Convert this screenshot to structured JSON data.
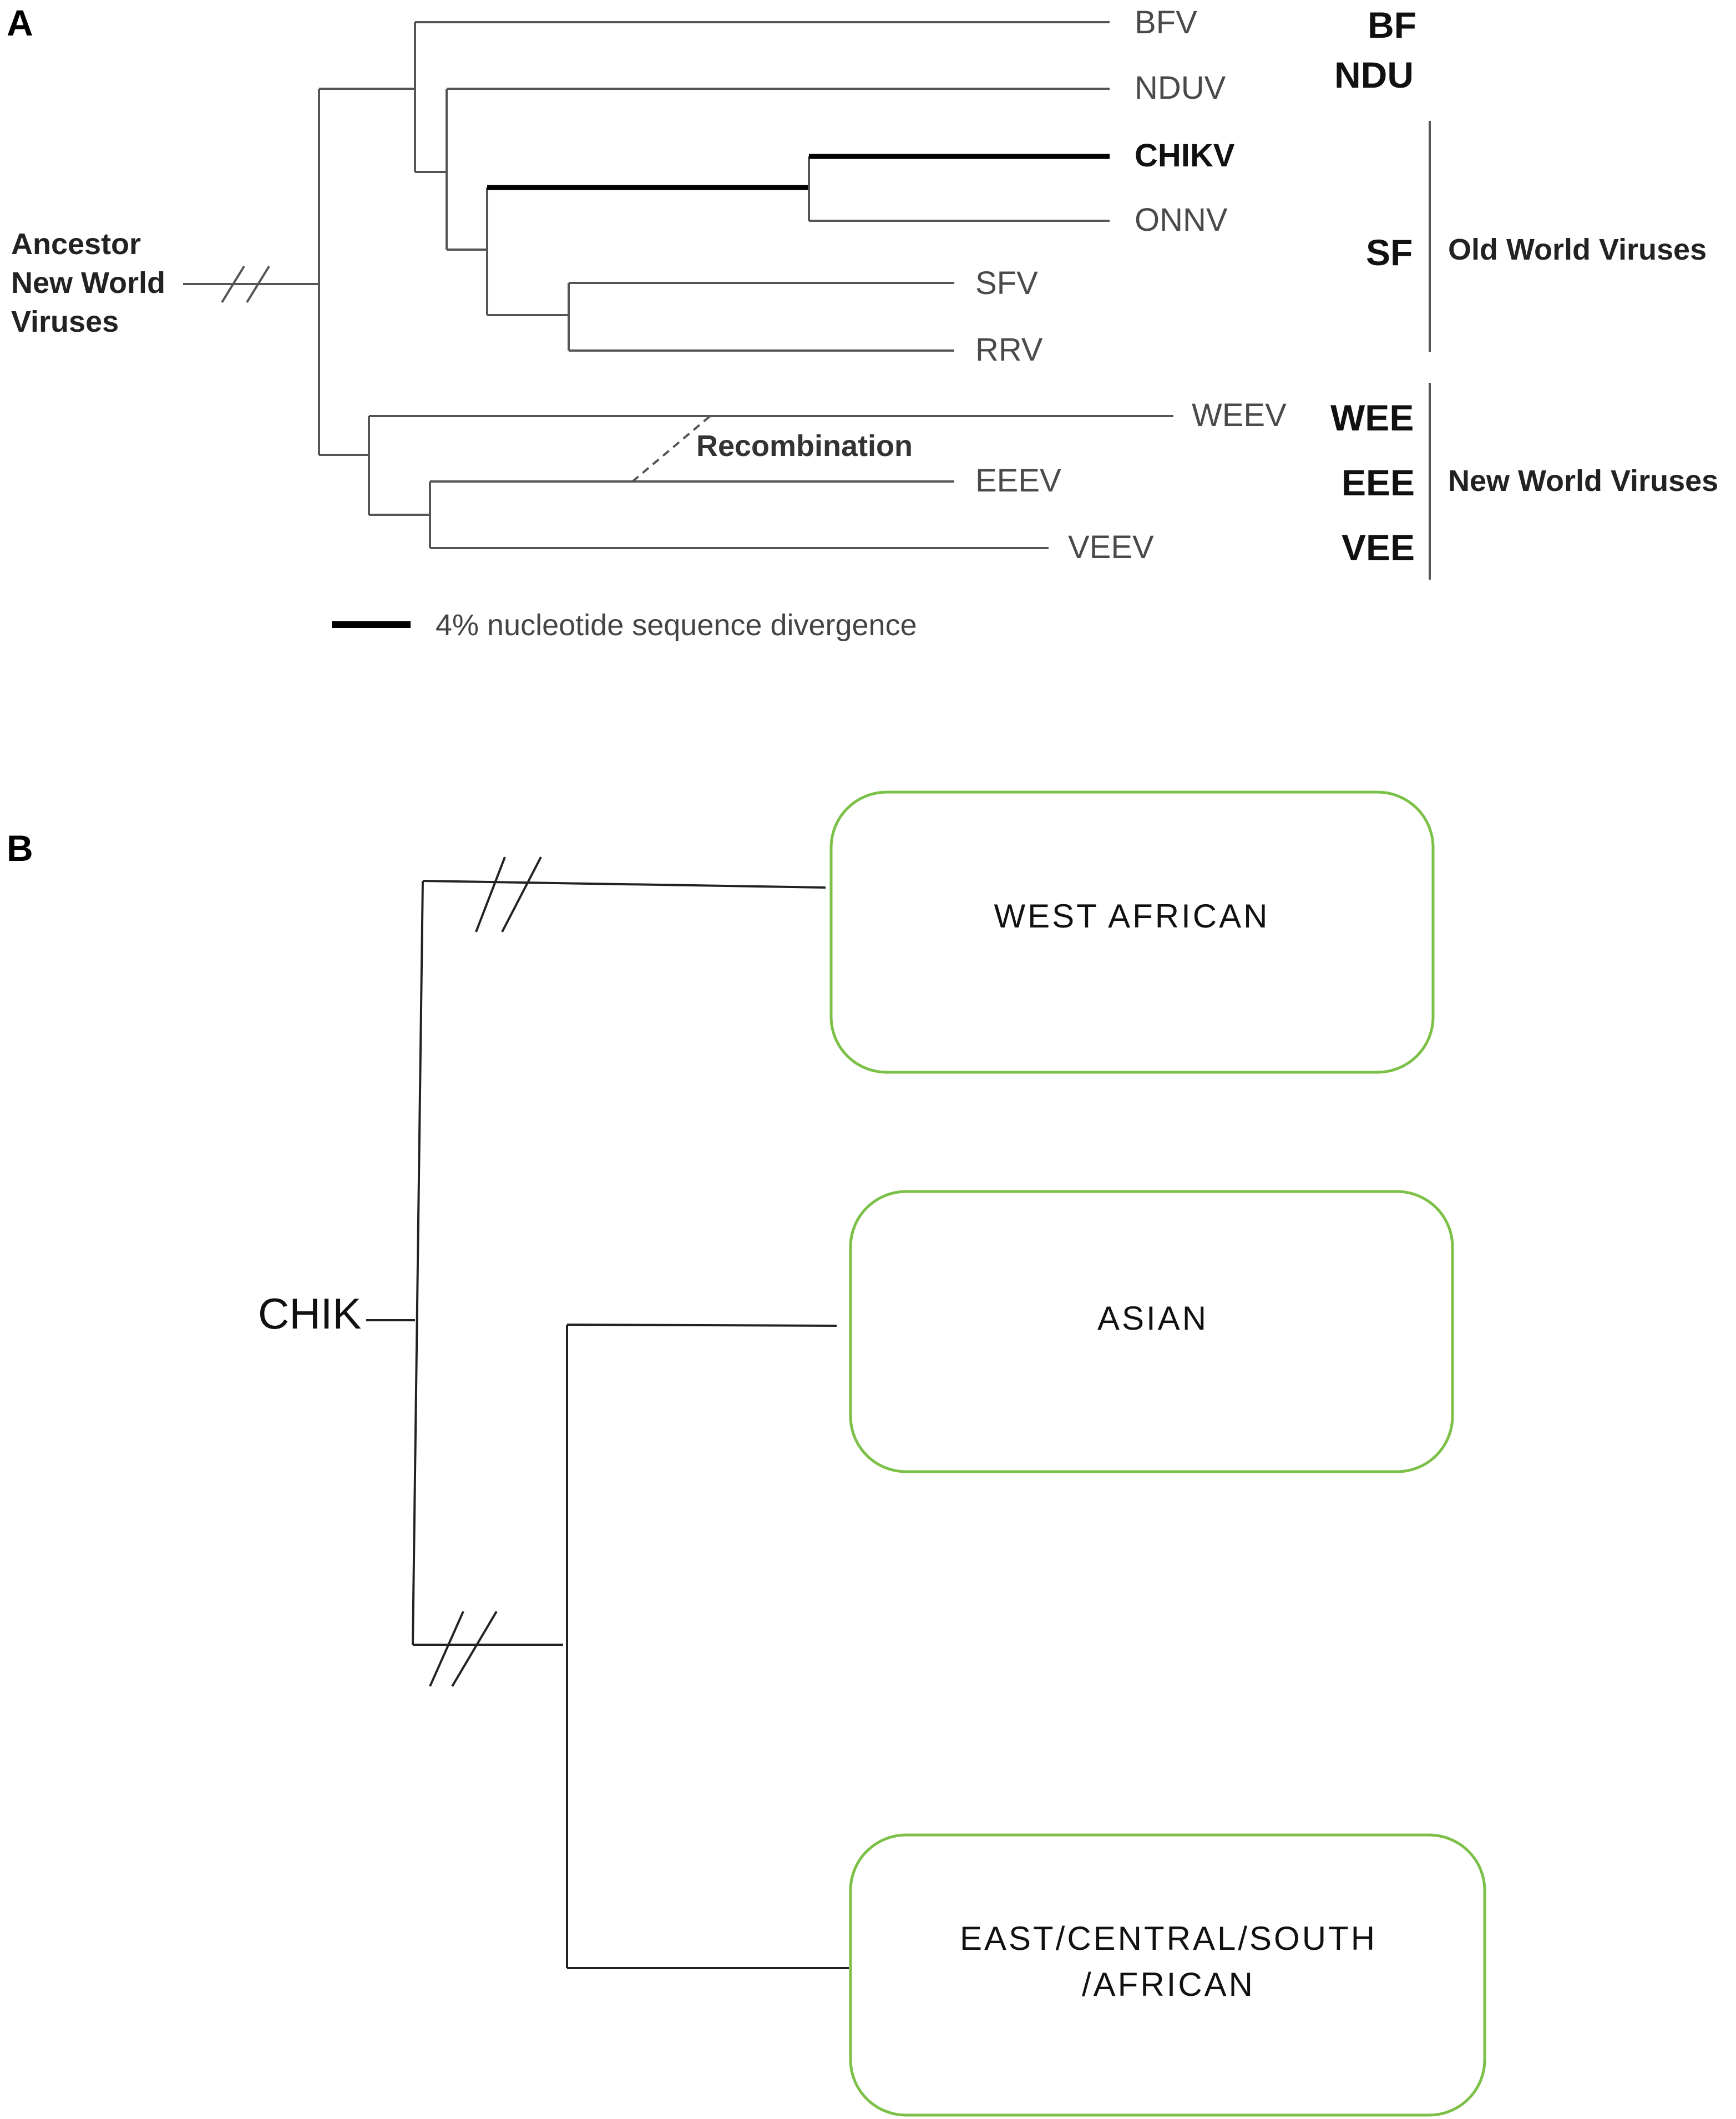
{
  "panel_a": {
    "letter": "A",
    "root_label": [
      "Ancestor",
      "New World",
      "Viruses"
    ],
    "taxa": {
      "bfv": "BFV",
      "nduv": "NDUV",
      "chikv": "CHIKV",
      "onnv": "ONNV",
      "sfv": "SFV",
      "rrv": "RRV",
      "weev": "WEEV",
      "eeev": "EEEV",
      "veev": "VEEV"
    },
    "complexes": {
      "bf": "BF",
      "ndu": "NDU",
      "sf": "SF",
      "wee": "WEE",
      "eee": "EEE",
      "vee": "VEE"
    },
    "groups": {
      "old_world": "Old World Viruses",
      "new_world": "New World Viruses"
    },
    "recombination_label": "Recombination",
    "scale_label": "4% nucleotide sequence divergence"
  },
  "panel_b": {
    "letter": "B",
    "root_label": "CHIK",
    "lineages": {
      "west_african": "WEST AFRICAN",
      "asian": "ASIAN",
      "ecsa_line1": "EAST/CENTRAL/SOUTH",
      "ecsa_line2": "/AFRICAN"
    }
  },
  "colors": {
    "tree_line": "#555555",
    "highlight_branch": "#000000",
    "clade_box_border": "#7cc048"
  }
}
